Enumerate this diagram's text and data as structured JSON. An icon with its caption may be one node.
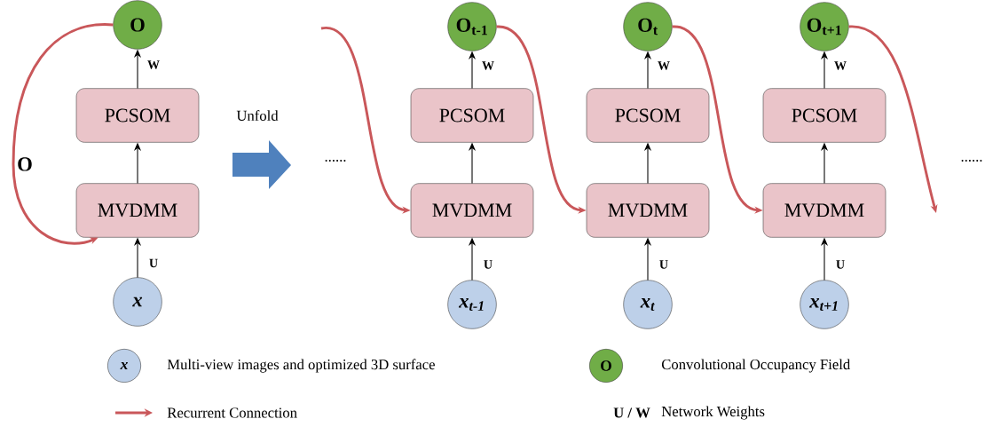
{
  "diagram": {
    "nodes": [
      {
        "text": [
          "O"
        ]
      },
      {
        "text": [
          "PCSOM"
        ]
      },
      {
        "text": [
          "MVDMM"
        ]
      },
      {
        "text": [
          "x"
        ]
      },
      {
        "text": [
          "O$_{t-1}$"
        ]
      },
      {
        "text": [
          "PCSOM"
        ]
      },
      {
        "text": [
          "MVDMM"
        ]
      },
      {
        "text": [
          "x$_{t-1}$"
        ]
      },
      {
        "text": [
          "O$_{t}$"
        ]
      },
      {
        "text": [
          "PCSOM"
        ]
      },
      {
        "text": [
          "MVDMM"
        ]
      },
      {
        "text": [
          "x$_{t}$"
        ]
      },
      {
        "text": [
          "O$_{t+1}$"
        ]
      },
      {
        "text": [
          "PCSOM"
        ]
      },
      {
        "text": [
          "MVDMM"
        ]
      },
      {
        "text": [
          "x$_{t+1}$"
        ]
      },
      {
        "text": [
          "x"
        ],
        "beside": [
          "Multi-view images and optimized 3D surface"
        ]
      },
      {
        "text": [
          "O"
        ],
        "beside": [
          "Convolutional Occupancy Field"
        ]
      }
    ],
    "edges": [
      {
        "from": 3,
        "to": 2,
        "arrow": "to",
        "label": "U"
      },
      {
        "from": 2,
        "to": 1,
        "arrow": "to"
      },
      {
        "from": 1,
        "to": 0,
        "arrow": "to",
        "label": "W"
      },
      {
        "from": 7,
        "to": 6,
        "arrow": "to",
        "label": "U"
      },
      {
        "from": 6,
        "to": 5,
        "arrow": "to"
      },
      {
        "from": 5,
        "to": 4,
        "arrow": "to",
        "label": "W"
      },
      {
        "from": 11,
        "to": 10,
        "arrow": "to",
        "label": "U"
      },
      {
        "from": 10,
        "to": 9,
        "arrow": "to"
      },
      {
        "from": 9,
        "to": 8,
        "arrow": "to",
        "label": "W"
      },
      {
        "from": 15,
        "to": 14,
        "arrow": "to",
        "label": "U"
      },
      {
        "from": 14,
        "to": 13,
        "arrow": "to"
      },
      {
        "from": 13,
        "to": 12,
        "arrow": "to",
        "label": "W"
      },
      {
        "from": 0,
        "to": 2,
        "arrow": "to",
        "label": "O",
        "style": "thick",
        "color": "#c9575a"
      },
      {
        "from": null,
        "to": 6,
        "arrow": "to",
        "style": "thick",
        "color": "#c9575a"
      },
      {
        "from": 4,
        "to": 10,
        "arrow": "to",
        "style": "thick",
        "color": "#c9575a"
      },
      {
        "from": 8,
        "to": 14,
        "arrow": "to",
        "style": "thick",
        "color": "#c9575a"
      },
      {
        "from": 12,
        "to": null,
        "arrow": "to",
        "style": "thick",
        "color": "#c9575a"
      }
    ],
    "labels": [
      "Unfold",
      "......",
      "......",
      "U / W",
      "Network Weights"
    ],
    "legend": [
      {
        "text": "Recurrent Connection"
      }
    ]
  }
}
